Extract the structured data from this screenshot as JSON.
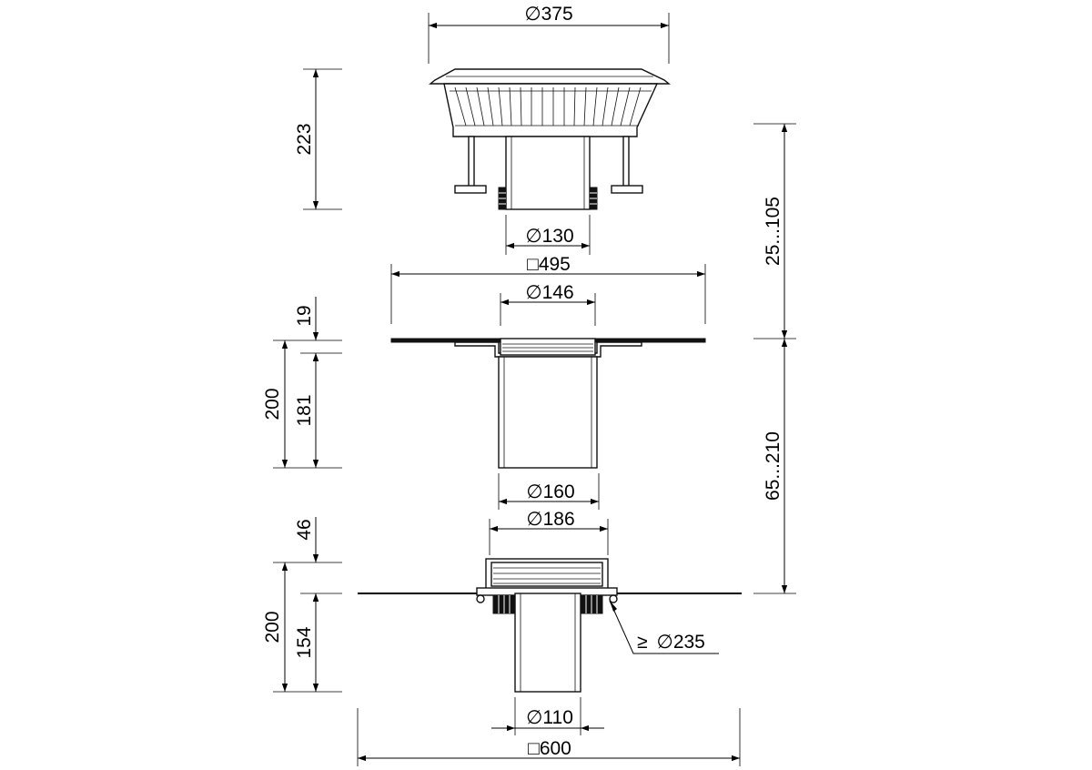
{
  "dimensions": {
    "top_diameter": "375",
    "top_height": "223",
    "top_pipe_diameter": "130",
    "middle_flange_square": "495",
    "middle_inner_diameter": "146",
    "middle_flange_thickness": "19",
    "middle_total_height": "200",
    "middle_body_height": "181",
    "middle_pipe_diameter": "160",
    "bottom_frame_diameter": "186",
    "adjust_top": "25...105",
    "adjust_bottom": "65...210",
    "bottom_rim_height": "46",
    "bottom_total_height": "200",
    "bottom_body_height": "154",
    "bottom_clamp_diameter": "235",
    "bottom_outlet_diameter": "110",
    "bottom_flange_square": "600"
  },
  "symbols": {
    "diameter": "∅",
    "square": "□",
    "greater_equal": "≥"
  },
  "colors": {
    "line": "#000000",
    "background": "#ffffff"
  }
}
